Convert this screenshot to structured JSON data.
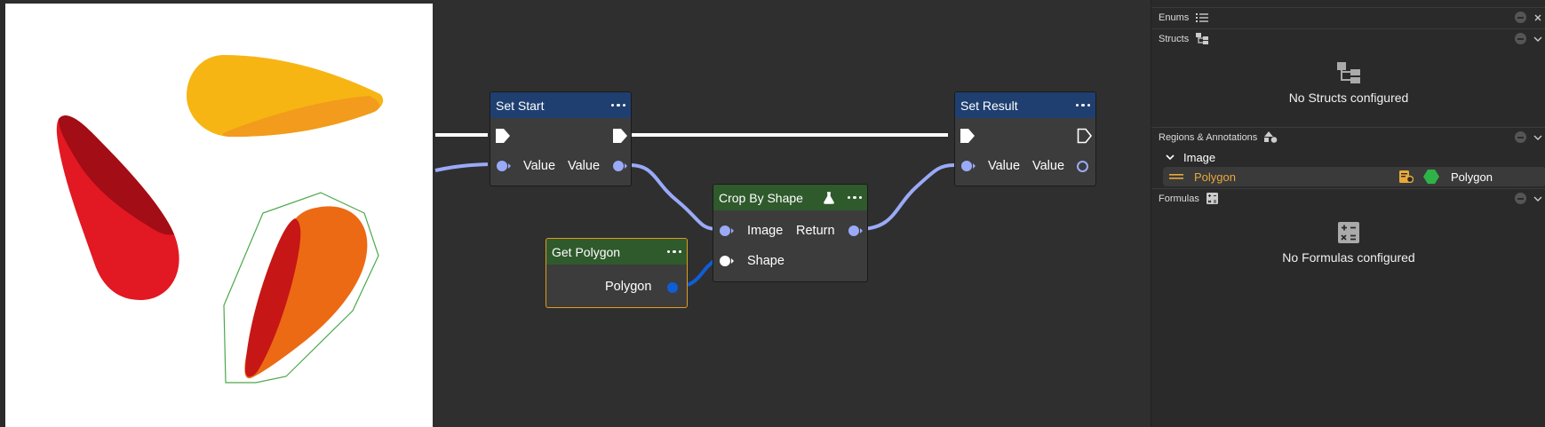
{
  "graph": {
    "nodes": {
      "set_start": {
        "title": "Set Start",
        "in_label": "Value",
        "out_label": "Value"
      },
      "get_polygon": {
        "title": "Get Polygon",
        "out_label": "Polygon"
      },
      "crop_by_shape": {
        "title": "Crop By Shape",
        "in_image": "Image",
        "in_shape": "Shape",
        "out_return": "Return"
      },
      "set_result": {
        "title": "Set Result",
        "in_label": "Value",
        "out_label": "Value"
      }
    }
  },
  "panel": {
    "enums": {
      "title": "Enums"
    },
    "structs": {
      "title": "Structs",
      "empty_text": "No Structs configured"
    },
    "regions": {
      "title": "Regions & Annotations",
      "group": "Image",
      "item": {
        "name": "Polygon",
        "type": "Polygon"
      }
    },
    "formulas": {
      "title": "Formulas",
      "empty_text": "No Formulas configured"
    }
  },
  "colors": {
    "header_blue": "#1f3f70",
    "header_green": "#2f5a2c",
    "pin_data": "#9aaaf7",
    "polygon_wire": "#0e5ed6",
    "selected_outline": "#e09a1e",
    "polygon_swatch": "#2fb247",
    "polygon_label": "#e8a93a"
  }
}
